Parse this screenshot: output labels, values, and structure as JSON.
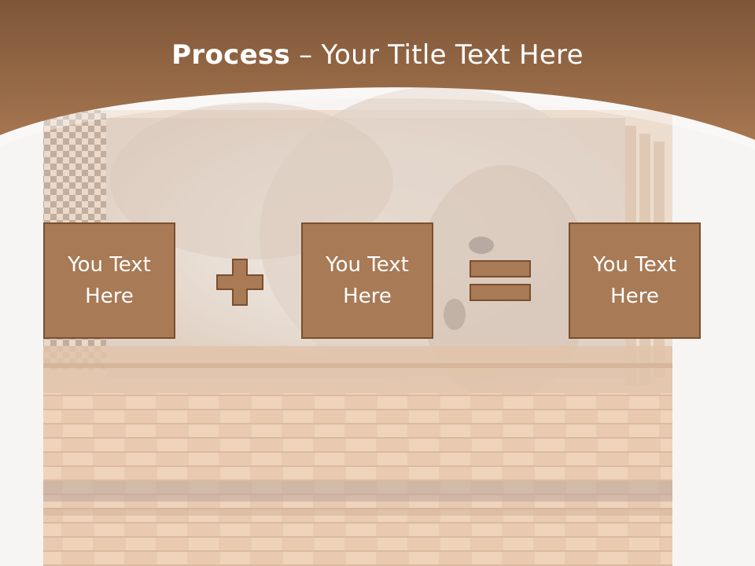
{
  "title": {
    "bold": "Process",
    "rest": " – Your Title Text Here"
  },
  "boxes": [
    {
      "text": "You Text Here"
    },
    {
      "text": "You Text Here"
    },
    {
      "text": "You Text Here"
    }
  ],
  "operators": [
    "plus-icon",
    "equals-icon"
  ],
  "colors": {
    "header": "#8b5e3c",
    "box_fill": "#a87a55",
    "box_border": "#7a4f2e"
  }
}
